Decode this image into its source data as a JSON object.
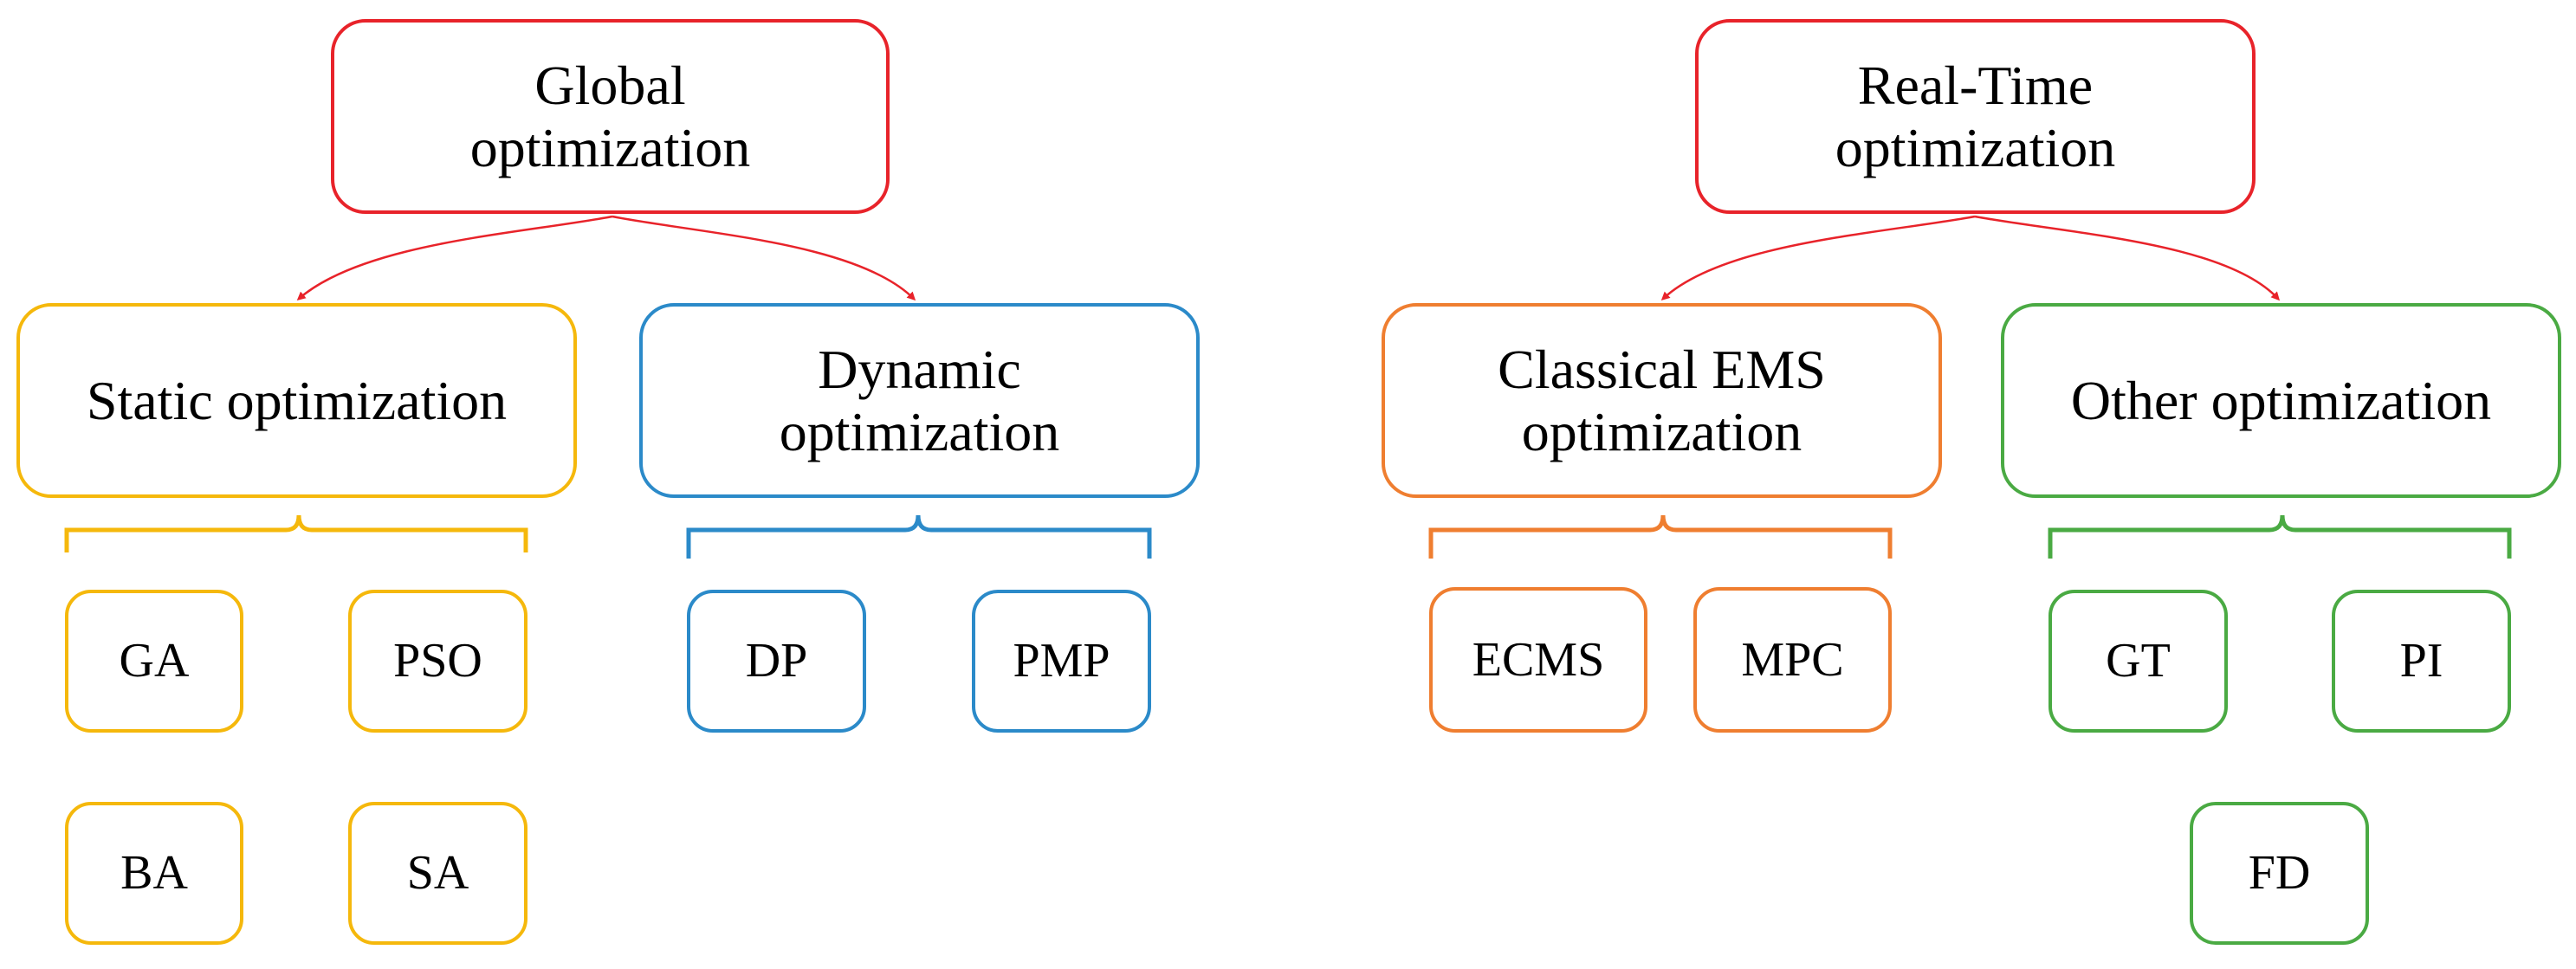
{
  "colors": {
    "red": "#e8232a",
    "yellow": "#f5b80c",
    "blue": "#2b8ac9",
    "orange": "#ef7e30",
    "green": "#4aaa43"
  },
  "global": {
    "title": "Global\noptimization",
    "static": {
      "title": "Static optimization",
      "methods": [
        "GA",
        "PSO",
        "BA",
        "SA"
      ]
    },
    "dynamic": {
      "title": "Dynamic\noptimization",
      "methods": [
        "DP",
        "PMP"
      ]
    }
  },
  "realtime": {
    "title": "Real-Time\noptimization",
    "classical": {
      "title": "Classical EMS\noptimization",
      "methods": [
        "ECMS",
        "MPC"
      ]
    },
    "other": {
      "title": "Other optimization",
      "methods": [
        "GT",
        "PI",
        "FD"
      ]
    }
  }
}
